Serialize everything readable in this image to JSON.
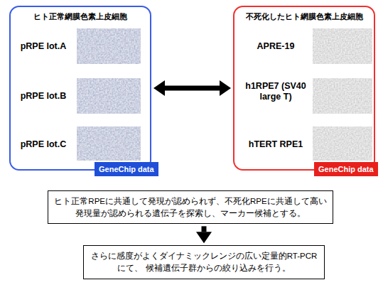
{
  "diagram": {
    "nodes": [
      {
        "text": [
          "ヒト正常網膜色素上皮細胞"
        ]
      },
      {
        "text": [
          "GeneChip data"
        ],
        "in": 0
      },
      {
        "text": [
          "不死化したヒト網膜色素上皮細胞"
        ]
      },
      {
        "text": [
          "GeneChip data"
        ],
        "in": 2
      },
      {
        "text": [
          "ヒト正常RPEに共通して発現が認められず、不死化RPEに共通して高い 発現量が認められる遺伝子を探索し、マーカー候補とする。"
        ]
      },
      {
        "text": [
          "さらに感度がよくダイナミックレンジの広い定量的RT-PCRにて、 候補遺伝子群からの絞り込みを行う。"
        ]
      }
    ],
    "edges": [
      {
        "from": 0,
        "to": 2,
        "arrow": "both"
      },
      {
        "from": 4,
        "to": 5,
        "arrow": "to"
      }
    ],
    "labels": [
      "pRPE lot.A",
      "pRPE lot.B",
      "pRPE lot.C",
      "APRE-19",
      "h1RPE7 (SV40 large T)",
      "hTERT RPE1"
    ]
  }
}
